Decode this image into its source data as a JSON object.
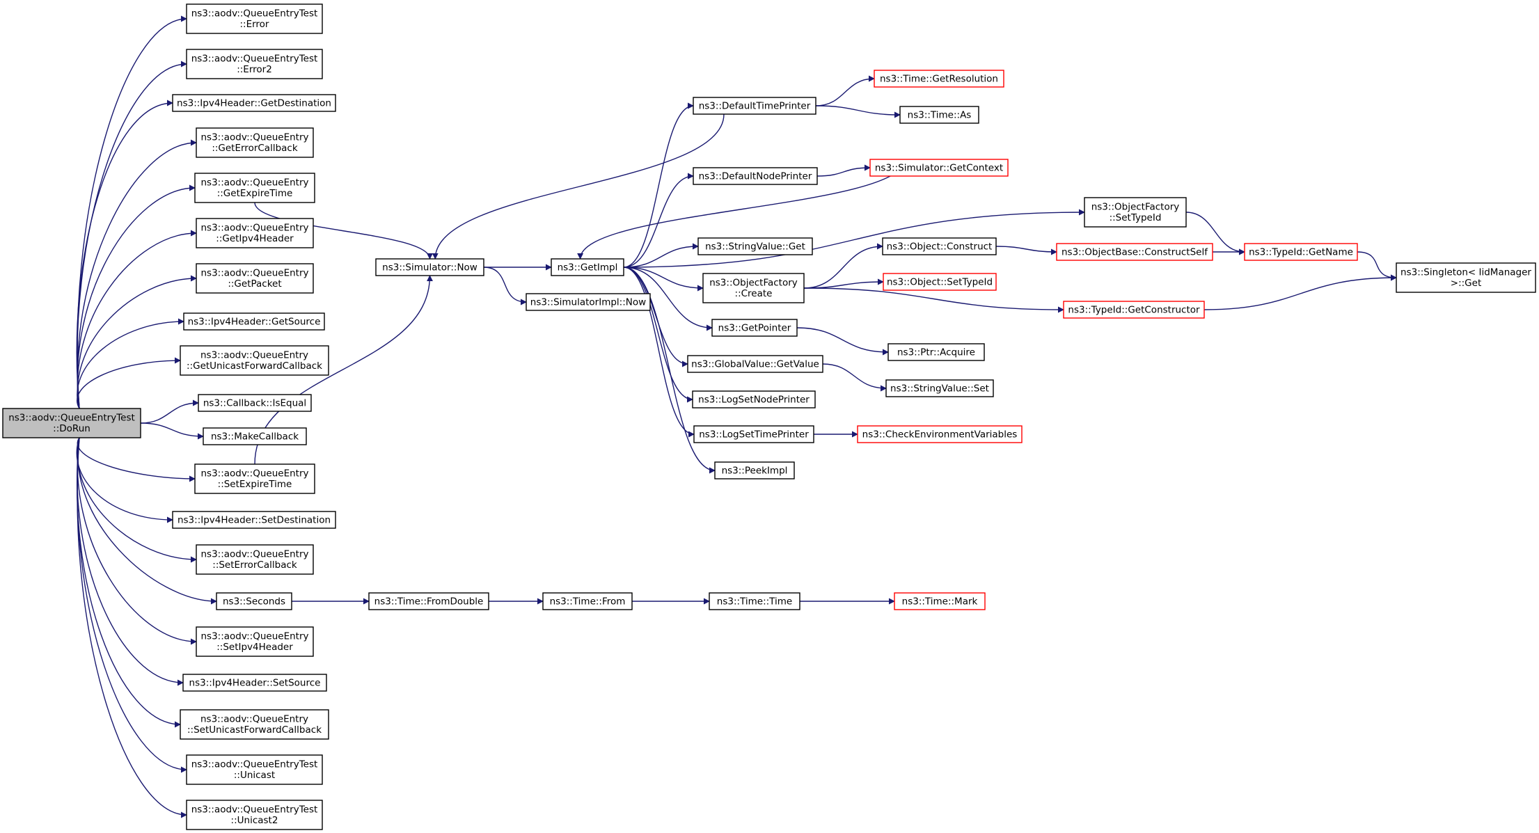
{
  "graph": {
    "colors": {
      "edge": "#191970",
      "truncated_node_border": "#ff0000",
      "node_border": "#000000",
      "root_fill": "#bfbfbf"
    },
    "nodes": [
      {
        "id": "dorun",
        "lines": [
          "ns3::aodv::QueueEntryTest",
          "::DoRun"
        ],
        "style": "root"
      },
      {
        "id": "error",
        "lines": [
          "ns3::aodv::QueueEntryTest",
          "::Error"
        ]
      },
      {
        "id": "error2",
        "lines": [
          "ns3::aodv::QueueEntryTest",
          "::Error2"
        ]
      },
      {
        "id": "getdest",
        "lines": [
          "ns3::Ipv4Header::GetDestination"
        ]
      },
      {
        "id": "geterrcb",
        "lines": [
          "ns3::aodv::QueueEntry",
          "::GetErrorCallback"
        ]
      },
      {
        "id": "getexpire",
        "lines": [
          "ns3::aodv::QueueEntry",
          "::GetExpireTime"
        ]
      },
      {
        "id": "getipv4",
        "lines": [
          "ns3::aodv::QueueEntry",
          "::GetIpv4Header"
        ]
      },
      {
        "id": "getpacket",
        "lines": [
          "ns3::aodv::QueueEntry",
          "::GetPacket"
        ]
      },
      {
        "id": "getsource",
        "lines": [
          "ns3::Ipv4Header::GetSource"
        ]
      },
      {
        "id": "getucb",
        "lines": [
          "ns3::aodv::QueueEntry",
          "::GetUnicastForwardCallback"
        ]
      },
      {
        "id": "isequal",
        "lines": [
          "ns3::Callback::IsEqual"
        ]
      },
      {
        "id": "makecb",
        "lines": [
          "ns3::MakeCallback"
        ]
      },
      {
        "id": "setexpire",
        "lines": [
          "ns3::aodv::QueueEntry",
          "::SetExpireTime"
        ]
      },
      {
        "id": "setdest",
        "lines": [
          "ns3::Ipv4Header::SetDestination"
        ]
      },
      {
        "id": "seterrcb",
        "lines": [
          "ns3::aodv::QueueEntry",
          "::SetErrorCallback"
        ]
      },
      {
        "id": "seconds",
        "lines": [
          "ns3::Seconds"
        ]
      },
      {
        "id": "setipv4",
        "lines": [
          "ns3::aodv::QueueEntry",
          "::SetIpv4Header"
        ]
      },
      {
        "id": "setsource",
        "lines": [
          "ns3::Ipv4Header::SetSource"
        ]
      },
      {
        "id": "setucb",
        "lines": [
          "ns3::aodv::QueueEntry",
          "::SetUnicastForwardCallback"
        ]
      },
      {
        "id": "unicast",
        "lines": [
          "ns3::aodv::QueueEntryTest",
          "::Unicast"
        ]
      },
      {
        "id": "unicast2",
        "lines": [
          "ns3::aodv::QueueEntryTest",
          "::Unicast2"
        ]
      },
      {
        "id": "simnow",
        "lines": [
          "ns3::Simulator::Now"
        ]
      },
      {
        "id": "getimpl",
        "lines": [
          "ns3::GetImpl"
        ]
      },
      {
        "id": "simimplnow",
        "lines": [
          "ns3::SimulatorImpl::Now"
        ]
      },
      {
        "id": "deftimeprinter",
        "lines": [
          "ns3::DefaultTimePrinter"
        ]
      },
      {
        "id": "defnodeprinter",
        "lines": [
          "ns3::DefaultNodePrinter"
        ]
      },
      {
        "id": "strvalget",
        "lines": [
          "ns3::StringValue::Get"
        ]
      },
      {
        "id": "ofcreate",
        "lines": [
          "ns3::ObjectFactory",
          "::Create"
        ]
      },
      {
        "id": "getpointer",
        "lines": [
          "ns3::GetPointer"
        ]
      },
      {
        "id": "gvgetvalue",
        "lines": [
          "ns3::GlobalValue::GetValue"
        ]
      },
      {
        "id": "logsetnode",
        "lines": [
          "ns3::LogSetNodePrinter"
        ]
      },
      {
        "id": "logsettime",
        "lines": [
          "ns3::LogSetTimePrinter"
        ]
      },
      {
        "id": "peekimpl",
        "lines": [
          "ns3::PeekImpl"
        ]
      },
      {
        "id": "getres",
        "lines": [
          "ns3::Time::GetResolution"
        ],
        "style": "red"
      },
      {
        "id": "timeas",
        "lines": [
          "ns3::Time::As"
        ]
      },
      {
        "id": "simgetctx",
        "lines": [
          "ns3::Simulator::GetContext"
        ],
        "style": "red"
      },
      {
        "id": "ofsettypeid",
        "lines": [
          "ns3::ObjectFactory",
          "::SetTypeId"
        ]
      },
      {
        "id": "objconstruct",
        "lines": [
          "ns3::Object::Construct"
        ]
      },
      {
        "id": "objsettypeid",
        "lines": [
          "ns3::Object::SetTypeId"
        ],
        "style": "red"
      },
      {
        "id": "ptracquire",
        "lines": [
          "ns3::Ptr::Acquire"
        ]
      },
      {
        "id": "strvalset",
        "lines": [
          "ns3::StringValue::Set"
        ]
      },
      {
        "id": "checkenv",
        "lines": [
          "ns3::CheckEnvironmentVariables"
        ],
        "style": "red"
      },
      {
        "id": "objbaseconstruct",
        "lines": [
          "ns3::ObjectBase::ConstructSelf"
        ],
        "style": "red"
      },
      {
        "id": "typeidgetctor",
        "lines": [
          "ns3::TypeId::GetConstructor"
        ],
        "style": "red"
      },
      {
        "id": "typeidgetname",
        "lines": [
          "ns3::TypeId::GetName"
        ],
        "style": "red"
      },
      {
        "id": "singleton",
        "lines": [
          "ns3::Singleton< IidManager",
          ">::Get"
        ]
      },
      {
        "id": "fromdouble",
        "lines": [
          "ns3::Time::FromDouble"
        ]
      },
      {
        "id": "timefrom",
        "lines": [
          "ns3::Time::From"
        ]
      },
      {
        "id": "timetime",
        "lines": [
          "ns3::Time::Time"
        ]
      },
      {
        "id": "timemark",
        "lines": [
          "ns3::Time::Mark"
        ],
        "style": "red"
      }
    ],
    "edges": [
      [
        "dorun",
        "error"
      ],
      [
        "dorun",
        "error2"
      ],
      [
        "dorun",
        "getdest"
      ],
      [
        "dorun",
        "geterrcb"
      ],
      [
        "dorun",
        "getexpire"
      ],
      [
        "dorun",
        "getipv4"
      ],
      [
        "dorun",
        "getpacket"
      ],
      [
        "dorun",
        "getsource"
      ],
      [
        "dorun",
        "getucb"
      ],
      [
        "dorun",
        "isequal"
      ],
      [
        "dorun",
        "makecb"
      ],
      [
        "dorun",
        "setexpire"
      ],
      [
        "dorun",
        "setdest"
      ],
      [
        "dorun",
        "seterrcb"
      ],
      [
        "dorun",
        "seconds"
      ],
      [
        "dorun",
        "setipv4"
      ],
      [
        "dorun",
        "setsource"
      ],
      [
        "dorun",
        "setucb"
      ],
      [
        "dorun",
        "unicast"
      ],
      [
        "dorun",
        "unicast2"
      ],
      [
        "getexpire",
        "simnow"
      ],
      [
        "setexpire",
        "simnow"
      ],
      [
        "simnow",
        "getimpl"
      ],
      [
        "simnow",
        "simimplnow"
      ],
      [
        "getimpl",
        "deftimeprinter"
      ],
      [
        "getimpl",
        "defnodeprinter"
      ],
      [
        "getimpl",
        "ofsettypeid"
      ],
      [
        "getimpl",
        "strvalget"
      ],
      [
        "getimpl",
        "ofcreate"
      ],
      [
        "getimpl",
        "getpointer"
      ],
      [
        "getimpl",
        "gvgetvalue"
      ],
      [
        "getimpl",
        "logsetnode"
      ],
      [
        "getimpl",
        "logsettime"
      ],
      [
        "getimpl",
        "peekimpl"
      ],
      [
        "deftimeprinter",
        "simnow"
      ],
      [
        "deftimeprinter",
        "getres"
      ],
      [
        "deftimeprinter",
        "timeas"
      ],
      [
        "simgetctx",
        "getimpl"
      ],
      [
        "defnodeprinter",
        "simgetctx"
      ],
      [
        "ofcreate",
        "objconstruct"
      ],
      [
        "ofcreate",
        "objsettypeid"
      ],
      [
        "ofcreate",
        "typeidgetctor"
      ],
      [
        "objconstruct",
        "objbaseconstruct"
      ],
      [
        "objbaseconstruct",
        "typeidgetname"
      ],
      [
        "ofsettypeid",
        "typeidgetname"
      ],
      [
        "typeidgetname",
        "singleton"
      ],
      [
        "typeidgetctor",
        "singleton"
      ],
      [
        "getpointer",
        "ptracquire"
      ],
      [
        "gvgetvalue",
        "strvalset"
      ],
      [
        "logsettime",
        "checkenv"
      ],
      [
        "seconds",
        "fromdouble"
      ],
      [
        "fromdouble",
        "timefrom"
      ],
      [
        "timefrom",
        "timetime"
      ],
      [
        "timetime",
        "timemark"
      ]
    ]
  }
}
